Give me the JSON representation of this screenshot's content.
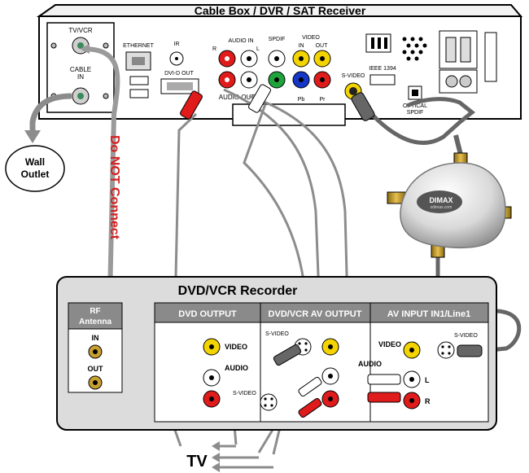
{
  "receiver": {
    "title": "Cable Box / DVR / SAT Receiver",
    "tvvcr": "TV/VCR",
    "cable1": "CABLE",
    "cable2": "IN",
    "ethernet": "ETHERNET",
    "ir": "IR",
    "dvid": "DVI-D OUT",
    "audio_in": "AUDIO IN",
    "r": "R",
    "l": "L",
    "spdif": "SPDIF",
    "video": "VIDEO",
    "video_in": "IN",
    "video_out": "OUT",
    "audio_out": "AUDIO OUT",
    "pb": "Pb",
    "pr": "Pr",
    "svideo": "S-VIDEO",
    "ieee": "IEEE 1394",
    "optical1": "OPTICAL",
    "optical2": "SPDIF"
  },
  "wall": {
    "line1": "Wall",
    "line2": "Outlet"
  },
  "warning": "Do NOT Connect",
  "splitter": {
    "brand": "DIMAX",
    "site": "sdimax.com"
  },
  "recorder": {
    "title": "DVD/VCR Recorder",
    "rf1": "RF",
    "rf2": "Antenna",
    "rf_in": "IN",
    "rf_out": "OUT",
    "dvd_output": "DVD OUTPUT",
    "av_output": "DVD/VCR AV OUTPUT",
    "av_input": "AV INPUT IN1/Line1",
    "video": "VIDEO",
    "audio": "AUDIO",
    "svideo": "S-VIDEO",
    "svideo2": "S-VIDEO",
    "video2": "VIDEO",
    "audio2": "AUDIO",
    "svideo3": "S-VIDEO",
    "l": "L",
    "r": "R"
  },
  "tv": "TV",
  "colors": {
    "yellow": "#f3d400",
    "red": "#e01b1b",
    "green": "#1fa33a",
    "blue": "#1636c8",
    "cable_gray": "#8c8c8c",
    "warning_red": "#d42020"
  }
}
